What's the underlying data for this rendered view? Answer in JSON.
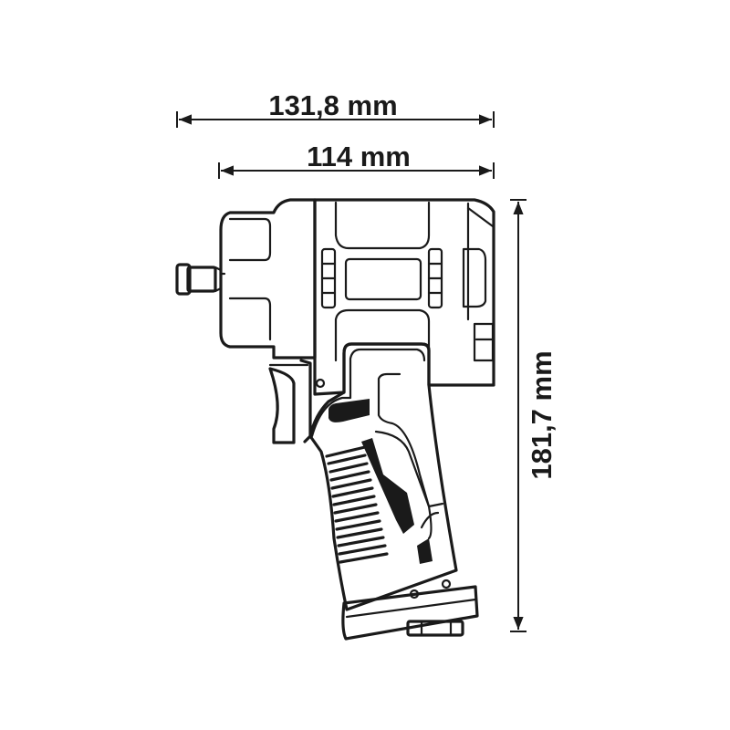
{
  "dimensions": {
    "overall_length": "131,8 mm",
    "body_length": "114 mm",
    "height": "181,7 mm"
  },
  "colors": {
    "line": "#1a1a1a",
    "background": "#ffffff"
  }
}
